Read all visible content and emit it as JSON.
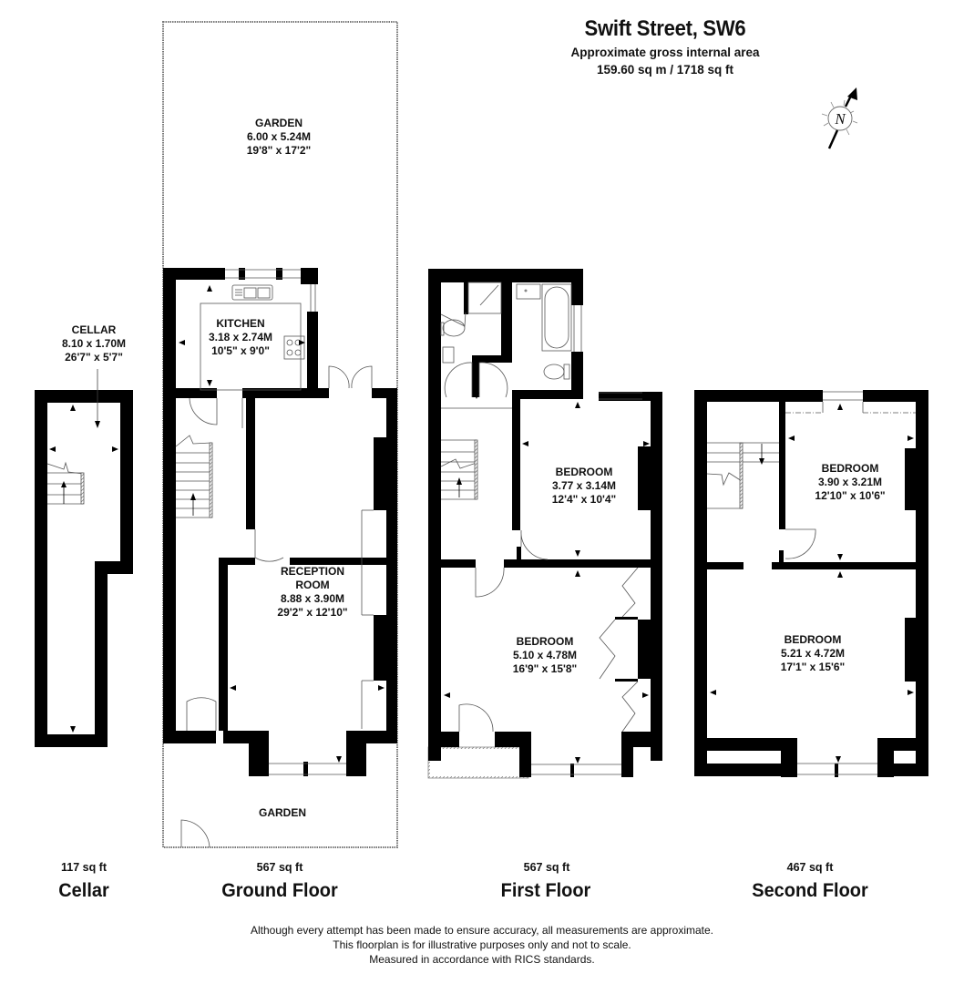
{
  "header": {
    "title": "Swift Street, SW6",
    "subtitle": "Approximate gross internal area",
    "total_area": "159.60 sq m / 1718 sq ft"
  },
  "compass": {
    "icon": "north-arrow-compass-icon",
    "letter": "N"
  },
  "floors": [
    {
      "name": "Cellar",
      "area": "117 sq ft",
      "rooms": [
        {
          "name": "CELLAR",
          "metric": "8.10 x 1.70M",
          "imperial": "26'7\" x 5'7\""
        }
      ]
    },
    {
      "name": "Ground Floor",
      "area": "567 sq ft",
      "rooms": [
        {
          "name": "GARDEN",
          "metric": "6.00 x 5.24M",
          "imperial": "19'8\" x 17'2\""
        },
        {
          "name": "KITCHEN",
          "metric": "3.18 x 2.74M",
          "imperial": "10'5\" x 9'0\""
        },
        {
          "name": "RECEPTION",
          "name2": "ROOM",
          "metric": "8.88 x 3.90M",
          "imperial": "29'2\" x 12'10\""
        },
        {
          "name": "GARDEN"
        }
      ]
    },
    {
      "name": "First Floor",
      "area": "567 sq ft",
      "rooms": [
        {
          "name": "BEDROOM",
          "metric": "3.77 x 3.14M",
          "imperial": "12'4\" x 10'4\""
        },
        {
          "name": "BEDROOM",
          "metric": "5.10 x 4.78M",
          "imperial": "16'9\" x 15'8\""
        }
      ]
    },
    {
      "name": "Second Floor",
      "area": "467 sq ft",
      "rooms": [
        {
          "name": "BEDROOM",
          "metric": "3.90 x 3.21M",
          "imperial": "12'10\" x 10'6\""
        },
        {
          "name": "BEDROOM",
          "metric": "5.21 x 4.72M",
          "imperial": "17'1\" x 15'6\""
        }
      ]
    }
  ],
  "disclaimer": [
    "Although every attempt has been made to ensure accuracy, all measurements are approximate.",
    "This floorplan is for illustrative purposes only and not to scale.",
    "Measured in accordance with RICS standards."
  ],
  "colors": {
    "wall": "#000000",
    "line": "#666666",
    "background": "#ffffff"
  }
}
